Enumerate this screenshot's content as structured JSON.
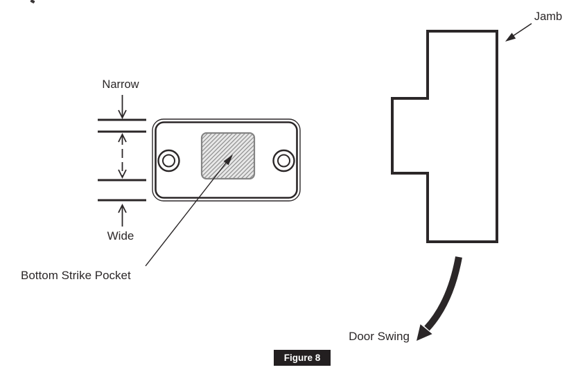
{
  "figure": {
    "caption": "Figure 8",
    "labels": {
      "narrow": "Narrow",
      "wide": "Wide",
      "bottom_strike_pocket": "Bottom Strike Pocket",
      "jamb": "Jamb",
      "door_swing": "Door Swing"
    },
    "colors": {
      "line_ink": "#2b2728",
      "pocket_fill": "#e8e8e8",
      "pocket_hatch": "#8f8f8f",
      "pocket_border": "#848484",
      "caption_bg": "#231f20",
      "caption_text": "#ffffff",
      "background": "#ffffff"
    }
  }
}
